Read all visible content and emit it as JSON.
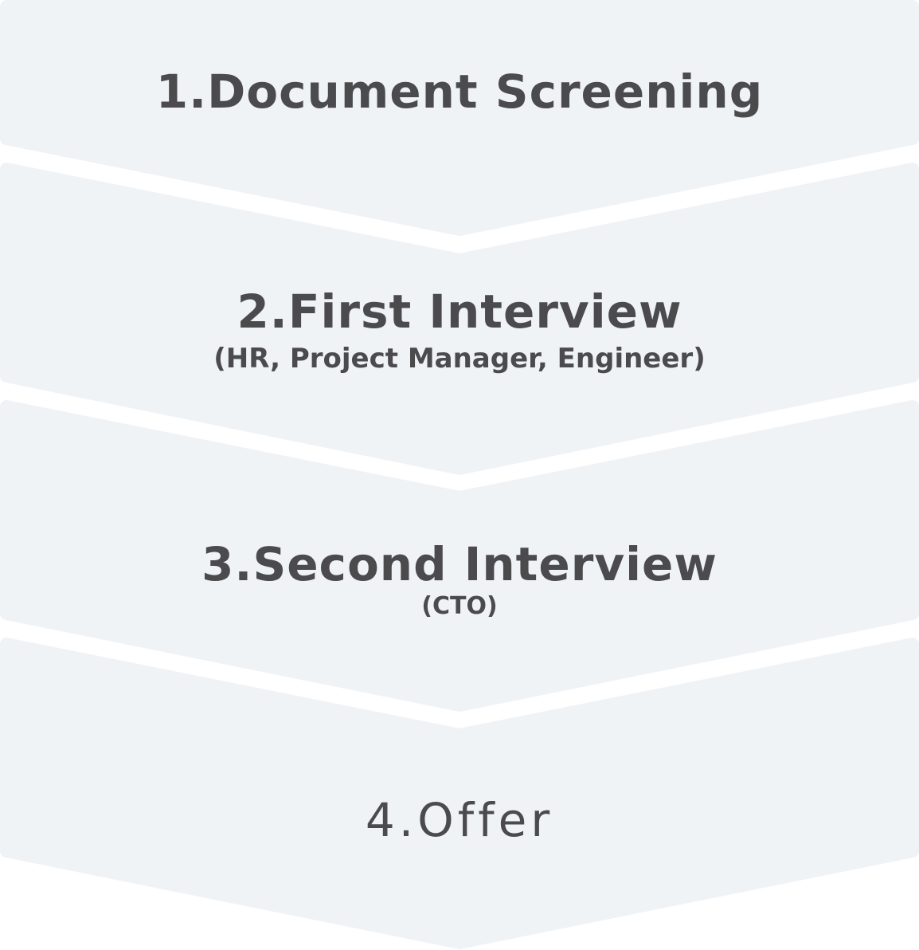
{
  "fill_color": "#f0f3f6",
  "text_color": "#4b4b4d",
  "steps": [
    {
      "title": "1.Document Screening",
      "subtitle": ""
    },
    {
      "title": "2.First Interview",
      "subtitle": "(HR, Project Manager, Engineer)"
    },
    {
      "title": "3.Second Interview",
      "subtitle": "(CTO)"
    },
    {
      "title": "4.Offer",
      "subtitle": ""
    }
  ]
}
